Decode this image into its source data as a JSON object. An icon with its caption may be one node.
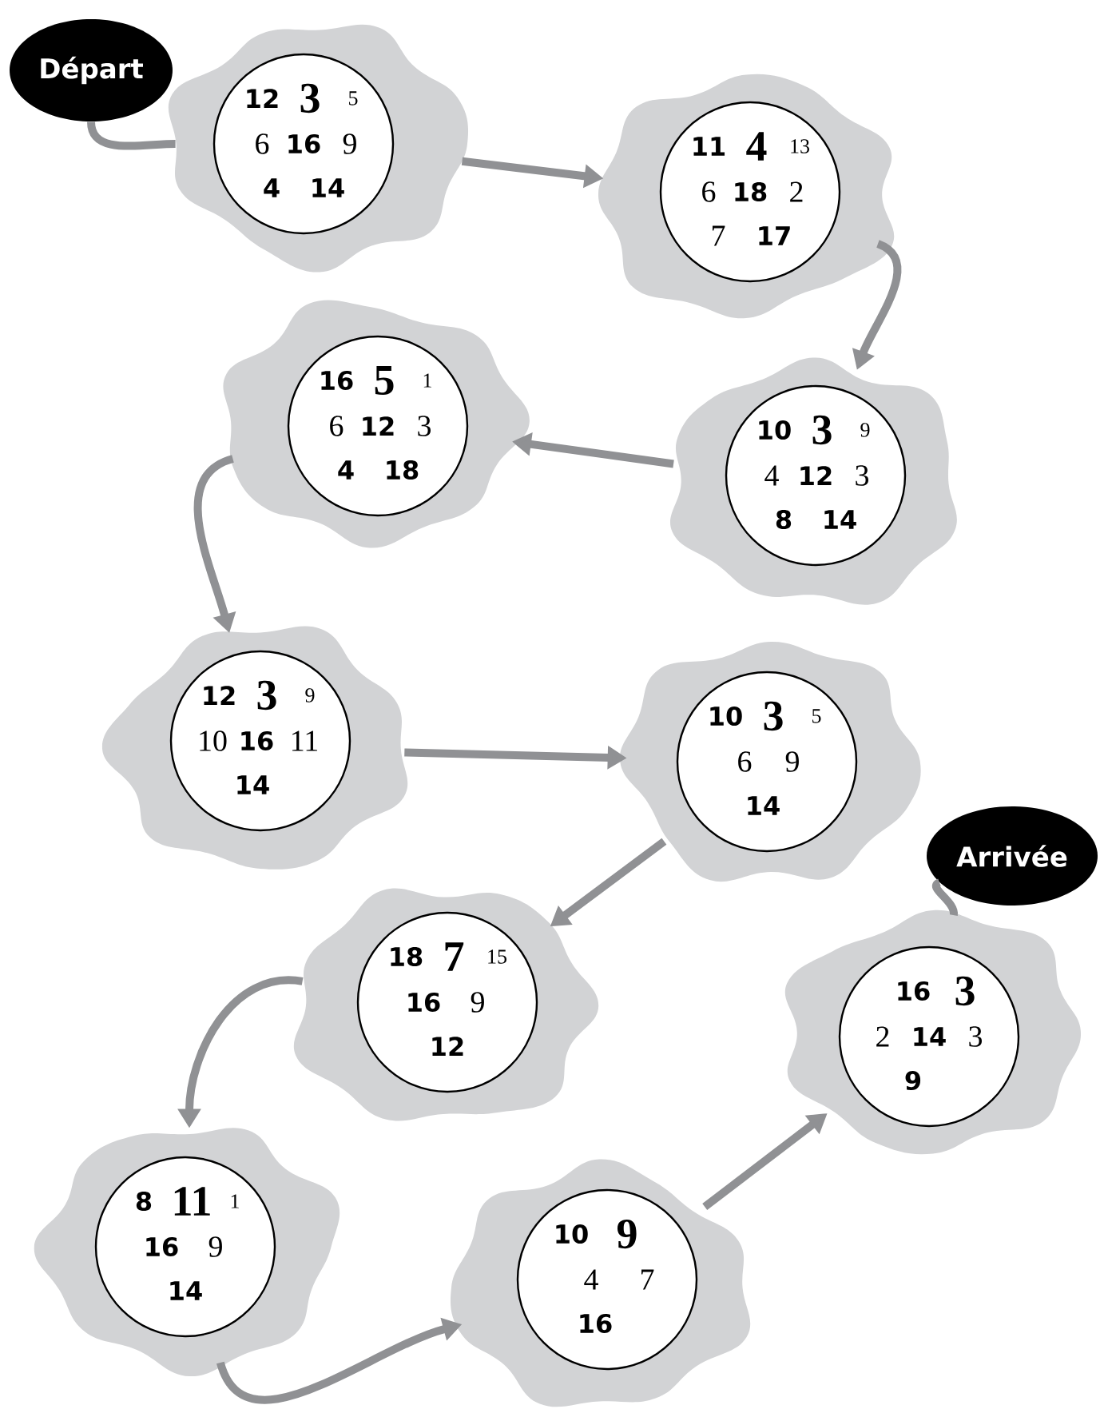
{
  "diagram": {
    "nodes": [
      {
        "text": [
          "Départ"
        ]
      },
      {
        "text": [],
        "shape": "cloud"
      },
      {
        "text": [
          "12",
          "3",
          "5",
          "6",
          "16",
          "9",
          "4",
          "14"
        ],
        "in": 1
      },
      {
        "text": [],
        "shape": "cloud"
      },
      {
        "text": [
          "11",
          "4",
          "13",
          "6",
          "18",
          "2",
          "7",
          "17"
        ],
        "in": 3
      },
      {
        "text": [],
        "shape": "cloud"
      },
      {
        "text": [
          "10",
          "3",
          "9",
          "4",
          "12",
          "3",
          "8",
          "14"
        ],
        "in": 5
      },
      {
        "text": [],
        "shape": "cloud"
      },
      {
        "text": [
          "16",
          "5",
          "1",
          "6",
          "12",
          "3",
          "4",
          "18"
        ],
        "in": 7
      },
      {
        "text": [],
        "shape": "cloud"
      },
      {
        "text": [
          "12",
          "3",
          "9",
          "10",
          "16",
          "11",
          "14"
        ],
        "in": 9
      },
      {
        "text": [],
        "shape": "cloud"
      },
      {
        "text": [
          "10",
          "3",
          "5",
          "6",
          "9",
          "14"
        ],
        "in": 11
      },
      {
        "text": [],
        "shape": "cloud"
      },
      {
        "text": [
          "18",
          "7",
          "15",
          "16",
          "9",
          "12"
        ],
        "in": 13
      },
      {
        "text": [],
        "shape": "cloud"
      },
      {
        "text": [
          "8",
          "11",
          "1",
          "16",
          "9",
          "14"
        ],
        "in": 15
      },
      {
        "text": [],
        "shape": "cloud"
      },
      {
        "text": [
          "10",
          "9",
          "4",
          "7",
          "16"
        ],
        "in": 17
      },
      {
        "text": [],
        "shape": "cloud"
      },
      {
        "text": [
          "16",
          "3",
          "2",
          "14",
          "3",
          "9"
        ],
        "in": 19
      },
      {
        "text": [
          "Arrivée"
        ]
      }
    ],
    "edges": [
      {
        "from": 0,
        "to": 1,
        "arrow": "none"
      },
      {
        "from": 1,
        "to": 3,
        "arrow": "to"
      },
      {
        "from": 3,
        "to": 5,
        "arrow": "to"
      },
      {
        "from": 5,
        "to": 7,
        "arrow": "to"
      },
      {
        "from": 7,
        "to": 9,
        "arrow": "to"
      },
      {
        "from": 9,
        "to": 11,
        "arrow": "to"
      },
      {
        "from": 11,
        "to": 13,
        "arrow": "to"
      },
      {
        "from": 13,
        "to": 15,
        "arrow": "to"
      },
      {
        "from": 15,
        "to": 17,
        "arrow": "to"
      },
      {
        "from": 17,
        "to": 19,
        "arrow": "to"
      },
      {
        "from": 21,
        "to": 19,
        "arrow": "none"
      }
    ]
  }
}
